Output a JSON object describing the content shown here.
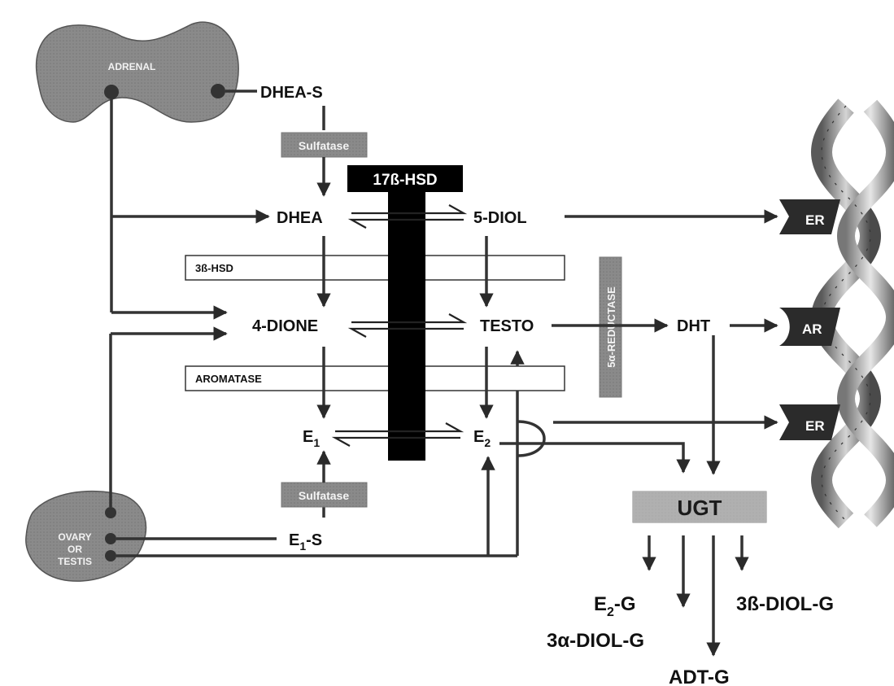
{
  "organs": {
    "adrenal": "ADRENAL",
    "gonad_line1": "OVARY",
    "gonad_line2": "OR",
    "gonad_line3": "TESTIS"
  },
  "enzymes": {
    "sulfatase_top": "Sulfatase",
    "sulfatase_bottom": "Sulfatase",
    "hsd17": "17ß-HSD",
    "hsd3": "3ß-HSD",
    "aromatase": "AROMATASE",
    "reductase": "5α-REDUCTASE",
    "ugt": "UGT"
  },
  "metabolites": {
    "dheas": "DHEA-S",
    "dhea": "DHEA",
    "diol5": "5-DIOL",
    "dione4": "4-DIONE",
    "testo": "TESTO",
    "dht": "DHT",
    "e1_base": "E",
    "e1_sub": "1",
    "e2_base": "E",
    "e2_sub": "2",
    "e1s_base": "E",
    "e1s_sub": "1",
    "e1s_suffix": "-S"
  },
  "glucuronides": {
    "e2g_base": "E",
    "e2g_sub": "2",
    "e2g_suffix": "-G",
    "diol3b": "3ß-DIOL-G",
    "diol3a": "3α-DIOL-G",
    "adt": "ADT-G"
  },
  "receptors": {
    "er_top": "ER",
    "ar": "AR",
    "er_bottom": "ER"
  },
  "colors": {
    "organ": "#777777",
    "enzyme_box": "#8c8c8c",
    "hsd17_bar": "#000000",
    "ugt_box": "#c8c8c8",
    "receptor": "#2b2b2b",
    "dna": "#9a9a9a"
  }
}
